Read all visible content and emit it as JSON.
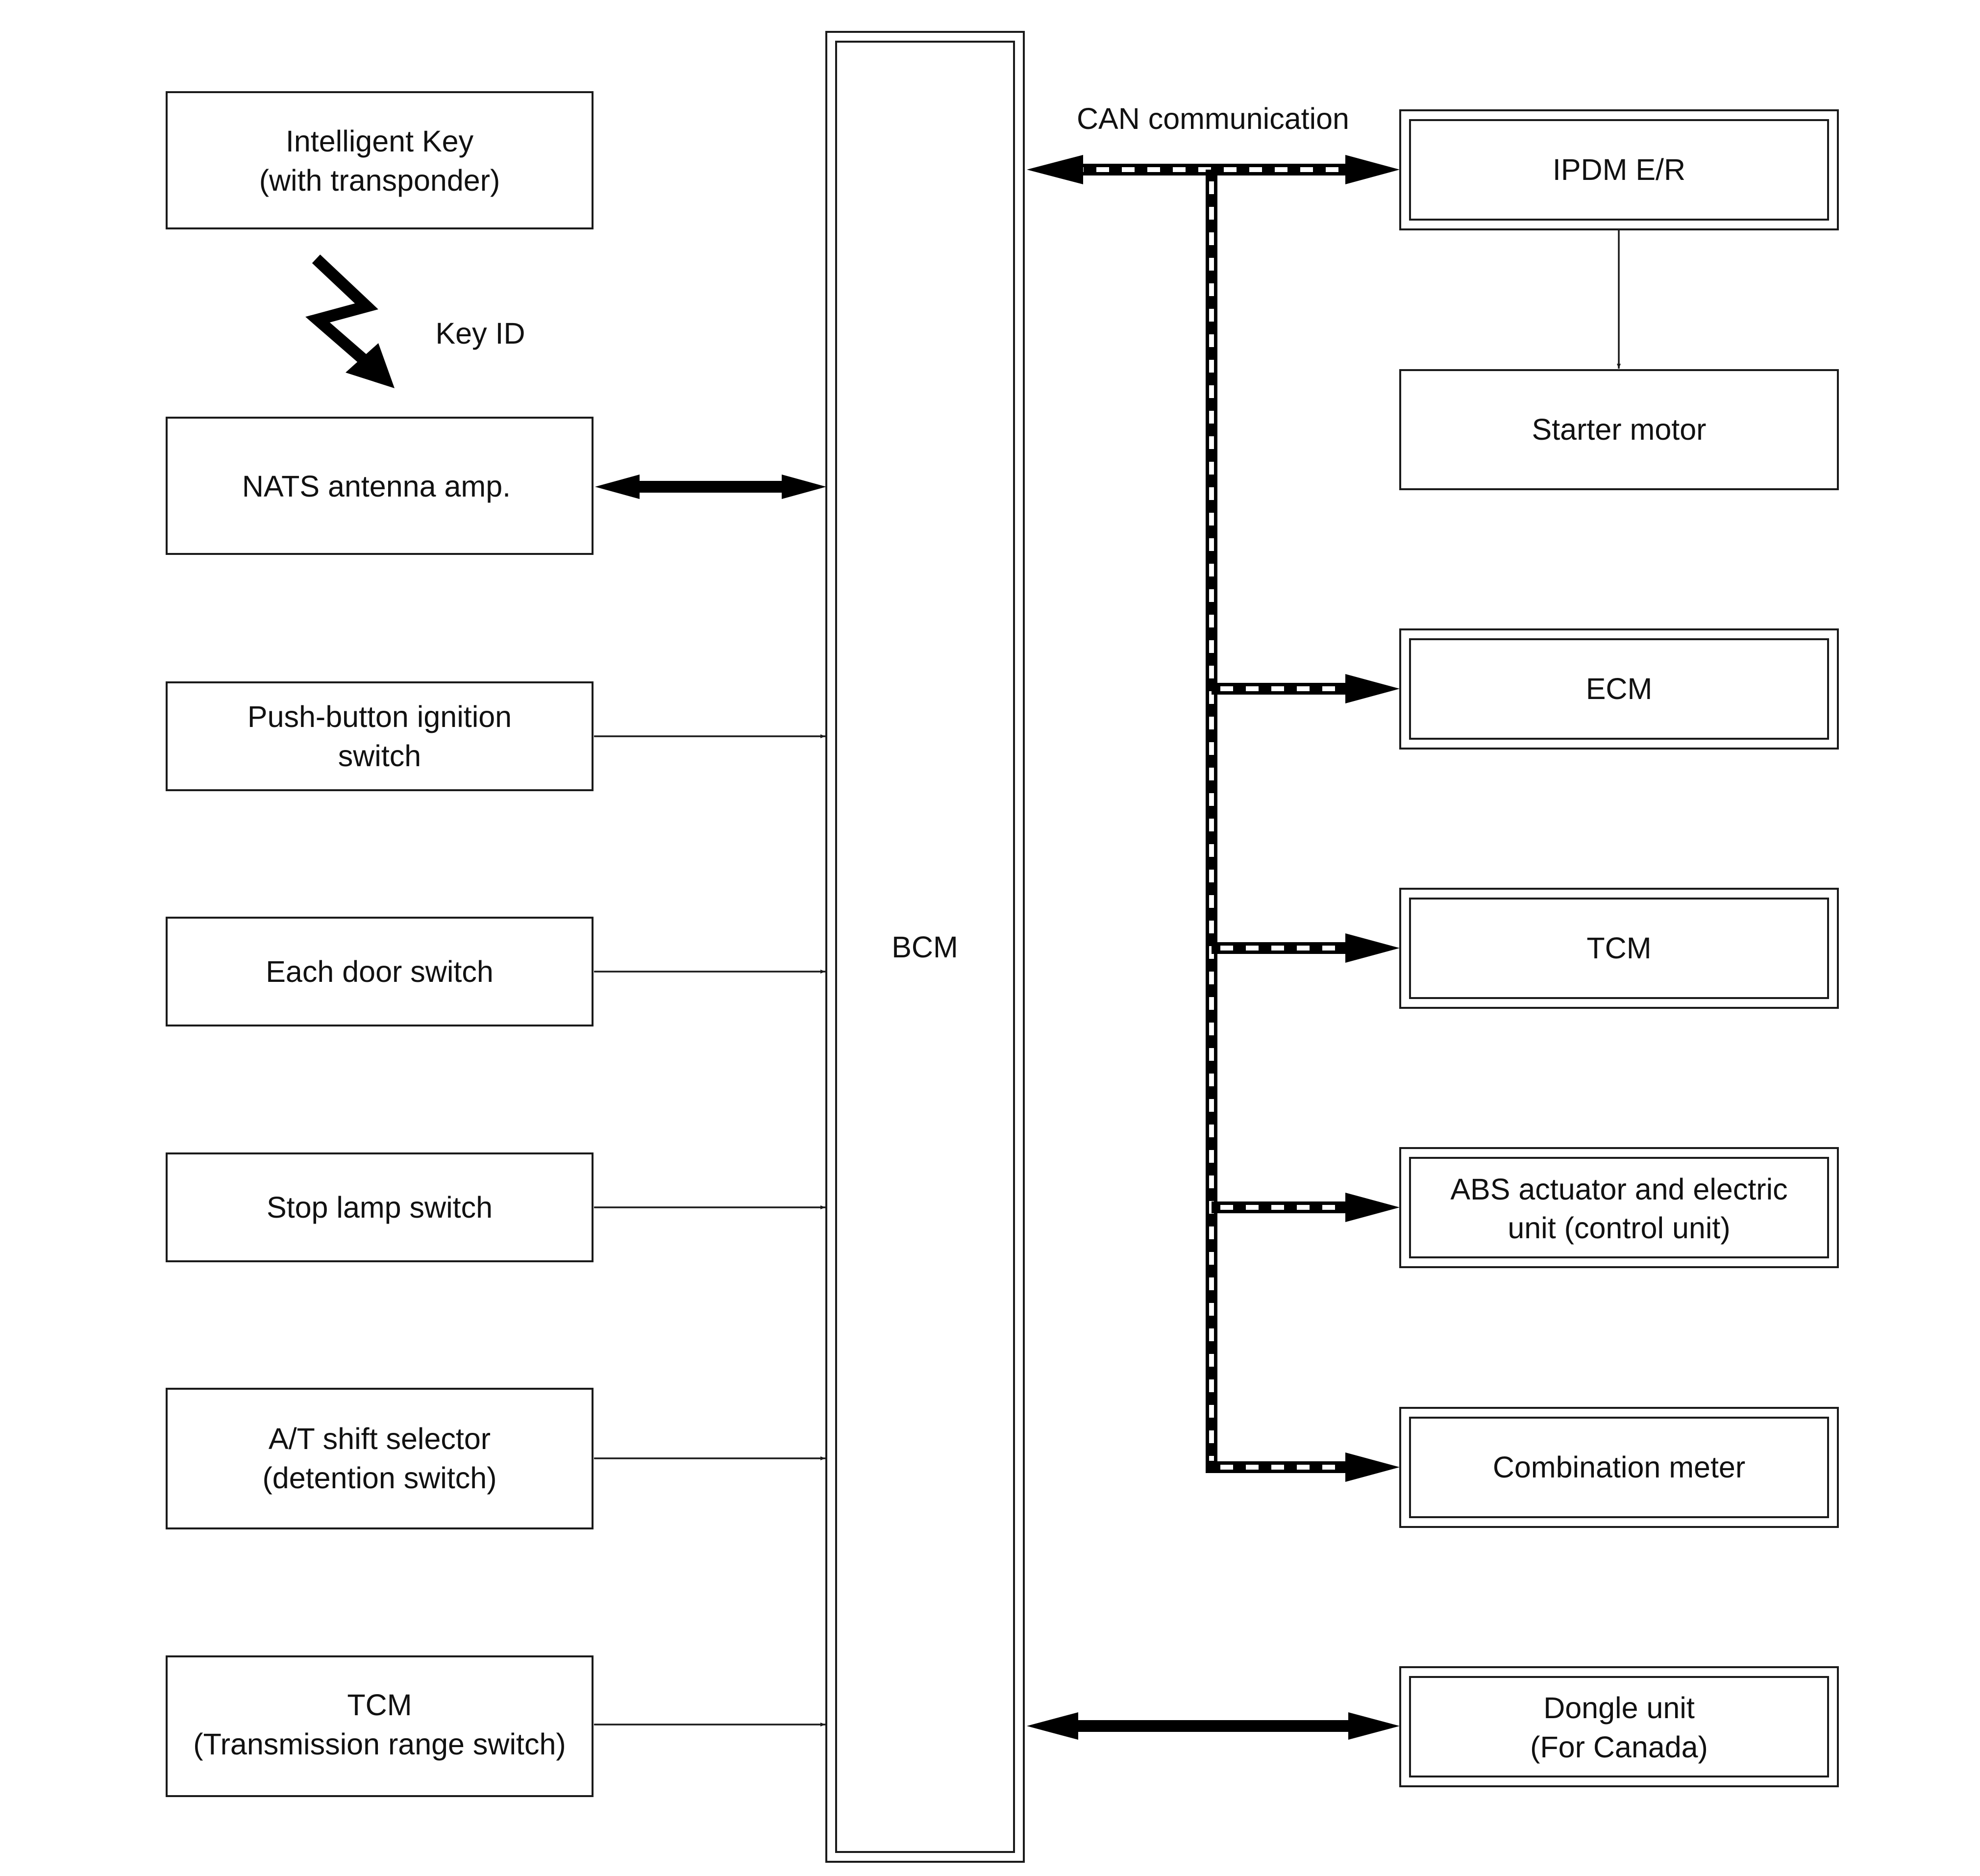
{
  "inputs": {
    "intelligent_key": [
      "Intelligent Key",
      "(with transponder)"
    ],
    "nats_antenna": [
      "NATS antenna amp."
    ],
    "push_button": [
      "Push-button ignition",
      "switch"
    ],
    "door_switch": [
      "Each door switch"
    ],
    "stop_lamp": [
      "Stop lamp switch"
    ],
    "at_shift": [
      "A/T shift selector",
      "(detention switch)"
    ],
    "tcm_range": [
      "TCM",
      "(Transmission range switch)"
    ]
  },
  "key_id_label": "Key ID",
  "bcm_label": "BCM",
  "can_label": "CAN communication",
  "outputs": {
    "ipdm": [
      "IPDM E/R"
    ],
    "starter": [
      "Starter motor"
    ],
    "ecm": [
      "ECM"
    ],
    "tcm": [
      "TCM"
    ],
    "abs": [
      "ABS actuator and electric",
      "unit (control unit)"
    ],
    "combo": [
      "Combination meter"
    ],
    "dongle": [
      "Dongle unit",
      "(For Canada)"
    ]
  }
}
